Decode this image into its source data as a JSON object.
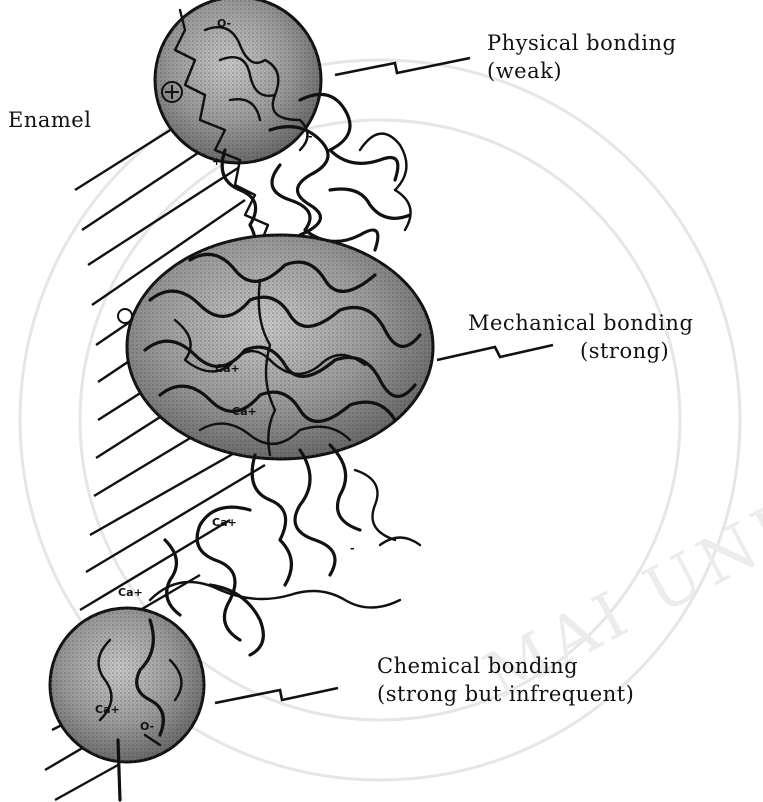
{
  "labels": {
    "enamel": "Enamel",
    "physical_line1": "Physical bonding",
    "physical_line2": "(weak)",
    "mechanical_line1": "Mechanical bonding",
    "mechanical_line2": "(strong)",
    "chemical_line1": "Chemical bonding",
    "chemical_line2": "(strong but infrequent)"
  },
  "ions": {
    "ca1": "Ca+",
    "ca2": "Ca+",
    "ca3": "Ca+",
    "ca4": "Ca+",
    "ca5": "Ca+",
    "o_minus": "O-",
    "plus": "+",
    "minus": "-"
  },
  "watermark": {
    "text": "MAI UNIVERS"
  },
  "colors": {
    "ink": "#111111",
    "circle_fill": "#9a9a9a",
    "watermark": "#e6e6e6"
  }
}
